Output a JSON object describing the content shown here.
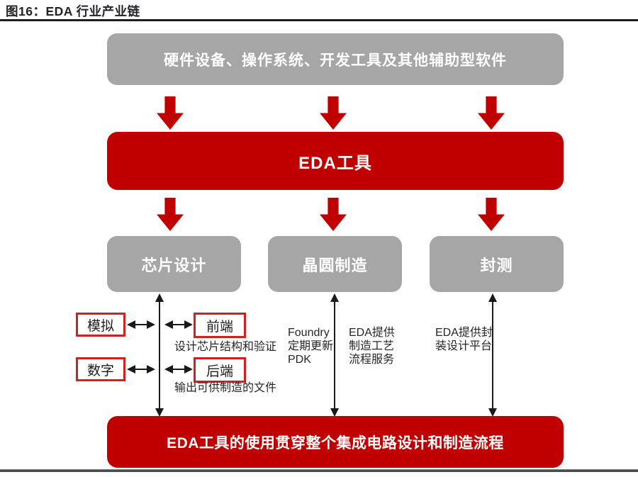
{
  "title": "图16：EDA 行业产业链",
  "colors": {
    "accent_red": "#c00000",
    "box_gray": "#a6a6a6",
    "tag_border_red": "#d02020",
    "title_text": "#21242b",
    "top_rule": "#1f1f1f",
    "bottom_rule": "#4d4d4d"
  },
  "nodes": {
    "top": "硬件设备、操作系统、开发工具及其他辅助型软件",
    "eda": "EDA工具",
    "chip_design": "芯片设计",
    "wafer_fab": "晶圆制造",
    "packaging_test": "封测",
    "bottom": "EDA工具的使用贯穿整个集成电路设计和制造流程"
  },
  "chip_design_details": {
    "analog": "模拟",
    "digital": "数字",
    "frontend": "前端",
    "backend": "后端",
    "frontend_note": "设计芯片结构和验证",
    "backend_note": "输出可供制造的文件"
  },
  "wafer_fab_details": {
    "left_note": "Foundry\n定期更新\nPDK",
    "right_note": "EDA提供\n制造工艺\n流程服务"
  },
  "packaging_details": {
    "note": "EDA提供封\n装设计平台"
  }
}
